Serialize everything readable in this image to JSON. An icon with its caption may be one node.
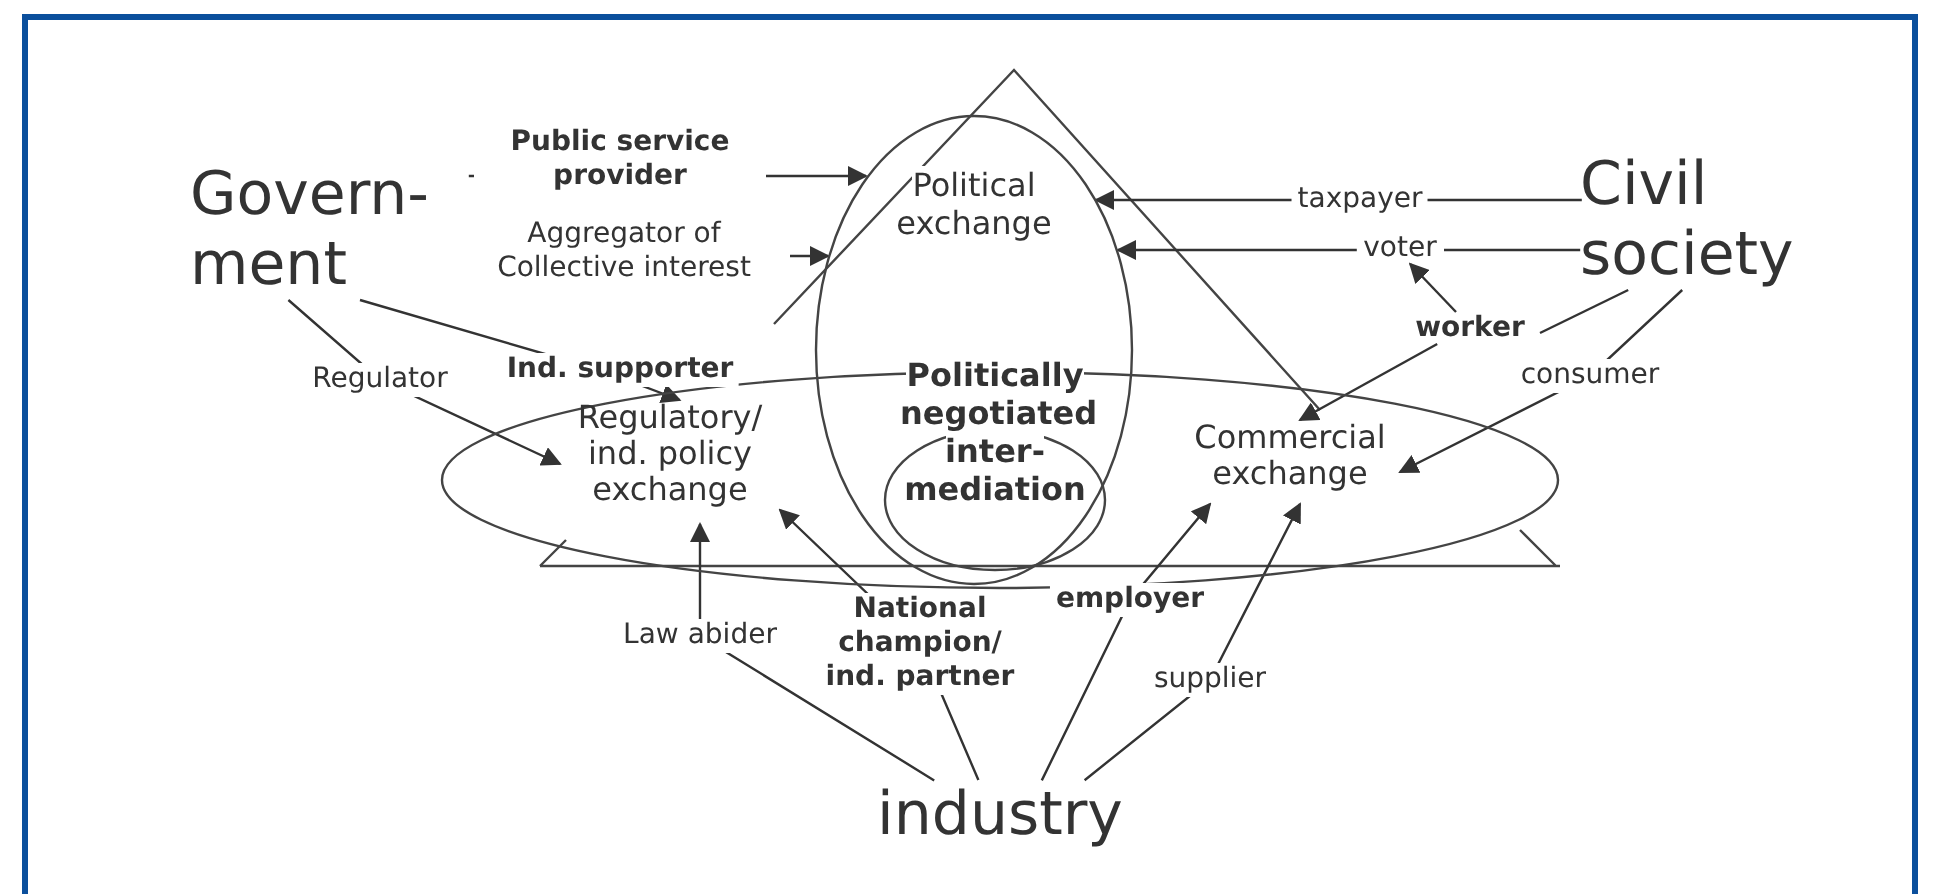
{
  "diagram": {
    "nodes": [
      {
        "text": [
          "Govern- ment"
        ]
      },
      {
        "text": [
          "Civil society"
        ]
      },
      {
        "text": [
          "industry"
        ]
      },
      {
        "text": [
          "Political exchange"
        ]
      },
      {
        "text": [],
        "shape": "ellipse"
      },
      {
        "text": [
          "Regulatory/ ind. policy exchange"
        ],
        "in": 4
      },
      {
        "text": [
          "Commercial exchange"
        ],
        "in": 4
      },
      {
        "text": [
          "Politically negotiated inter- mediation"
        ]
      },
      {
        "text": [
          "voter"
        ]
      },
      {
        "text": [
          "worker"
        ]
      }
    ],
    "edges": [
      {
        "from": 0,
        "to": 3,
        "arrow": "to",
        "label": "Public service provider"
      },
      {
        "from": 0,
        "to": 3,
        "arrow": "to",
        "label": "Aggregator of Collective interest"
      },
      {
        "from": 0,
        "to": 5,
        "arrow": "to",
        "label": "Ind. supporter"
      },
      {
        "from": 0,
        "to": 5,
        "arrow": "to",
        "label": "Regulator"
      },
      {
        "from": 1,
        "to": 3,
        "arrow": "to",
        "label": "taxpayer"
      },
      {
        "from": 1,
        "to": 8,
        "arrow": "none"
      },
      {
        "from": 8,
        "to": 3,
        "arrow": "to"
      },
      {
        "from": 1,
        "to": 9,
        "arrow": "none"
      },
      {
        "from": 9,
        "to": 8,
        "arrow": "to"
      },
      {
        "from": 9,
        "to": 6,
        "arrow": "to"
      },
      {
        "from": 1,
        "to": 6,
        "arrow": "to",
        "label": "consumer"
      },
      {
        "from": 2,
        "to": 5,
        "arrow": "to",
        "label": "Law abider"
      },
      {
        "from": 2,
        "to": 5,
        "arrow": "to",
        "label": "National champion/ ind. partner"
      },
      {
        "from": 2,
        "to": 6,
        "arrow": "to",
        "label": "employer"
      },
      {
        "from": 2,
        "to": 6,
        "arrow": "to",
        "label": "supplier"
      }
    ]
  }
}
